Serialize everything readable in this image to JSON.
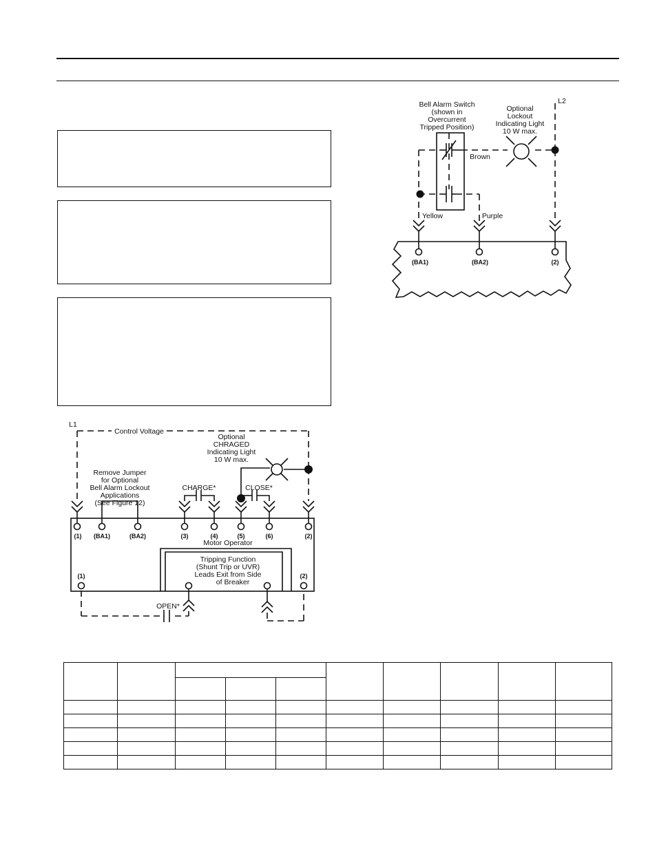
{
  "bell_alarm_diagram": {
    "supply": "L2",
    "bell_alarm_switch": [
      "Bell Alarm Switch",
      "(shown in",
      "Overcurrent",
      "Tripped Position)"
    ],
    "lockout_light": [
      "Optional",
      "Lockout",
      "Indicating Light",
      "10 W max."
    ],
    "wires": {
      "brown": "Brown",
      "yellow": "Yellow",
      "purple": "Purple"
    },
    "terminals": [
      "(BA1)",
      "(BA2)",
      "(2)"
    ]
  },
  "motor_operator_diagram": {
    "supply": "L1",
    "control_voltage": "Control Voltage",
    "charged_light": [
      "Optional",
      "CHRAGED",
      "Indicating Light",
      "10 W max."
    ],
    "jumper_note": [
      "Remove Jumper",
      "for Optional",
      "Bell Alarm Lockout",
      "Applications",
      "(See Figure 12)"
    ],
    "charge_label": "CHARGE*",
    "close_label": "CLOSE*",
    "open_label": "OPEN*",
    "terminals": [
      "(1)",
      "(BA1)",
      "(BA2)",
      "(3)",
      "(4)",
      "(5)",
      "(6)",
      "(2)"
    ],
    "motor_operator": "Motor Operator",
    "tripping_function": [
      "Tripping Function",
      "(Shunt Trip or UVR)",
      "Leads Exit from Side",
      "of Breaker"
    ],
    "lower_terminals": [
      "(1)",
      "(2)"
    ]
  },
  "colors": {
    "ink": "#111111",
    "paper": "#ffffff"
  }
}
